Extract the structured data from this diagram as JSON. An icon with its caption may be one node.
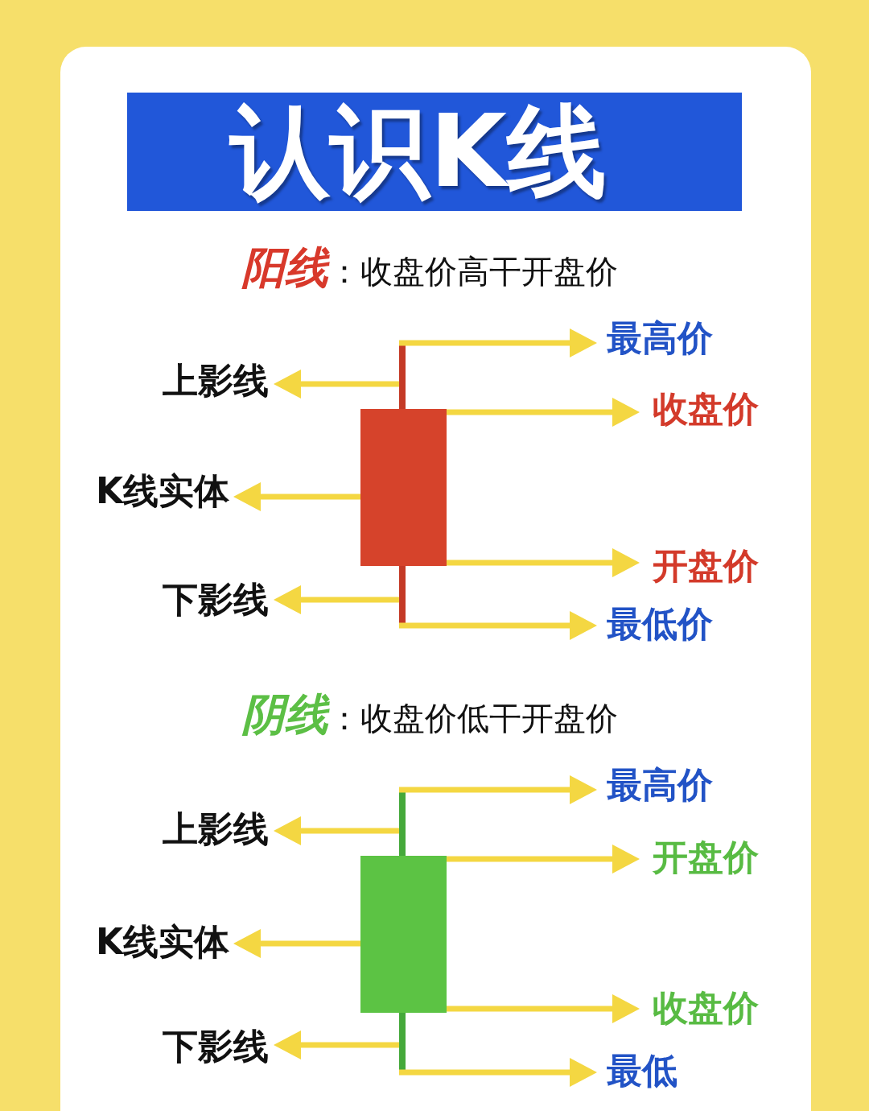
{
  "diagram": {
    "title": "认识K线",
    "nodes": [
      {
        "text": [],
        "shape": "bar"
      },
      {
        "text": [],
        "shape": "box"
      },
      {
        "text": [],
        "shape": "bar"
      },
      {
        "text": [
          "最高价"
        ]
      },
      {
        "text": [
          "收盘价"
        ]
      },
      {
        "text": [
          "开盘价"
        ]
      },
      {
        "text": [
          "最低价"
        ]
      },
      {
        "text": [
          "上影线"
        ]
      },
      {
        "text": [
          "K线实体"
        ]
      },
      {
        "text": [
          "下影线"
        ]
      },
      {
        "text": [],
        "shape": "bar"
      },
      {
        "text": [],
        "shape": "box"
      },
      {
        "text": [],
        "shape": "bar"
      },
      {
        "text": [
          "最高价"
        ]
      },
      {
        "text": [
          "开盘价"
        ]
      },
      {
        "text": [
          "收盘价"
        ]
      },
      {
        "text": [
          "最低"
        ]
      },
      {
        "text": [
          "上影线"
        ]
      },
      {
        "text": [
          "K线实体"
        ]
      },
      {
        "text": [
          "下影线"
        ]
      }
    ],
    "edges": [
      {
        "from": 0,
        "to": 3,
        "arrow": "to"
      },
      {
        "from": 1,
        "to": 4,
        "arrow": "to"
      },
      {
        "from": 1,
        "to": 5,
        "arrow": "to"
      },
      {
        "from": 2,
        "to": 6,
        "arrow": "to"
      },
      {
        "from": 0,
        "to": 7,
        "arrow": "to"
      },
      {
        "from": 1,
        "to": 8,
        "arrow": "to"
      },
      {
        "from": 2,
        "to": 9,
        "arrow": "to"
      },
      {
        "from": 10,
        "to": 13,
        "arrow": "to"
      },
      {
        "from": 11,
        "to": 14,
        "arrow": "to"
      },
      {
        "from": 11,
        "to": 15,
        "arrow": "to"
      },
      {
        "from": 12,
        "to": 16,
        "arrow": "to"
      },
      {
        "from": 10,
        "to": 17,
        "arrow": "to"
      },
      {
        "from": 11,
        "to": 18,
        "arrow": "to"
      },
      {
        "from": 12,
        "to": 19,
        "arrow": "to"
      }
    ],
    "labels": [
      "**阳线**：收盘价高干开盘价",
      "**阴线**：收盘价低干开盘价"
    ]
  }
}
